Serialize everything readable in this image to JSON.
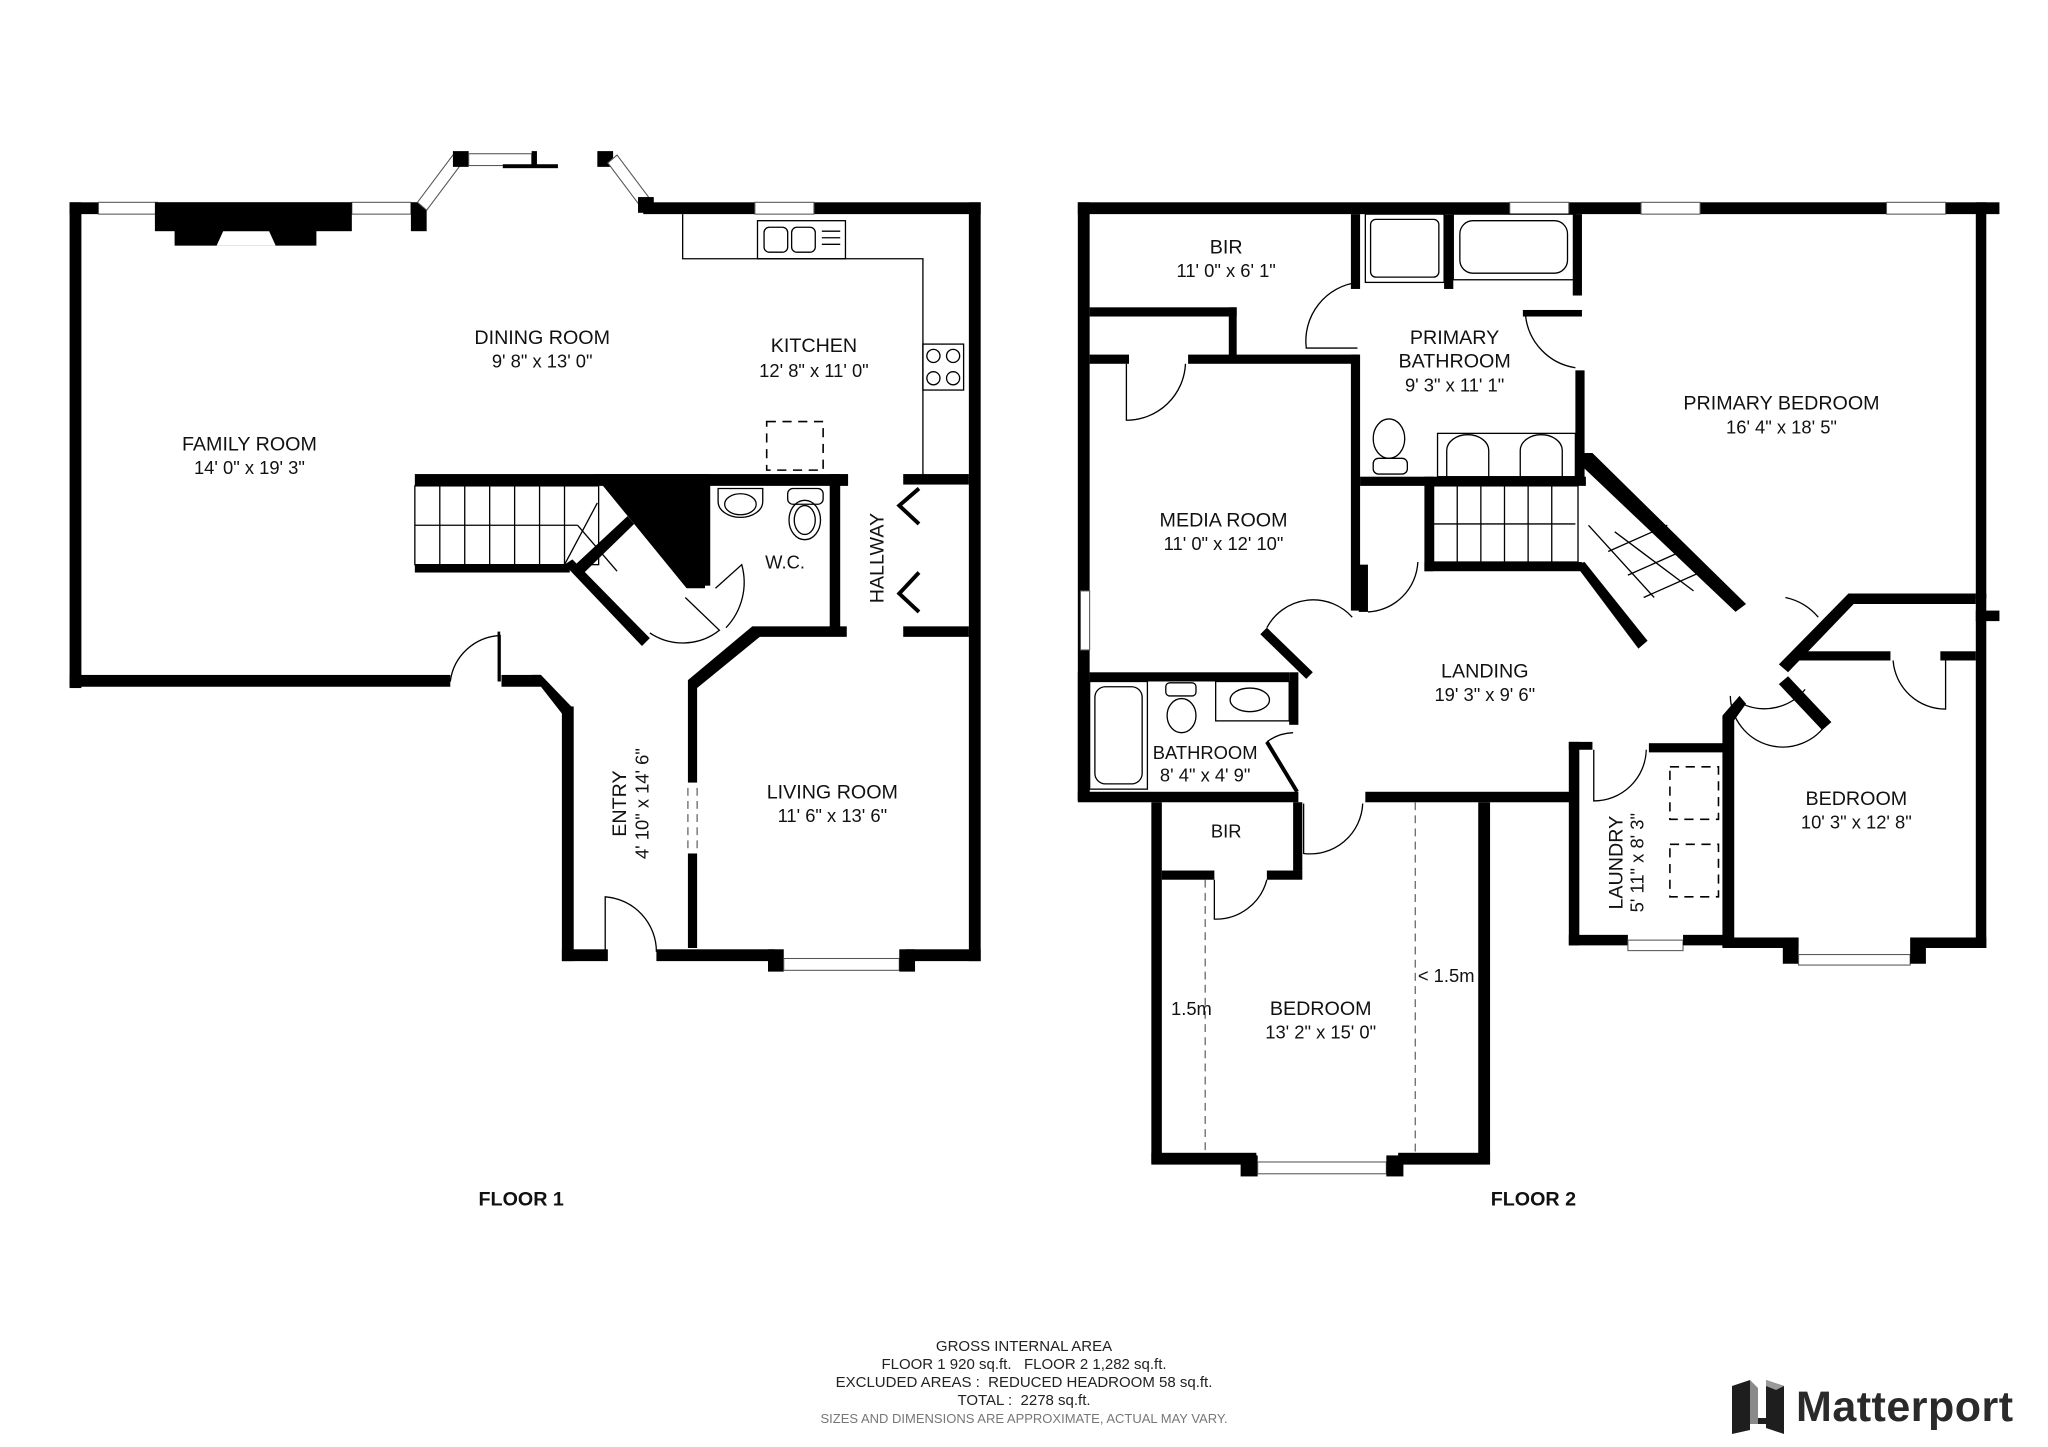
{
  "floors": [
    {
      "label": "FLOOR 1",
      "rooms": [
        {
          "name": "FAMILY ROOM",
          "dims": "14' 0\" x 19' 3\""
        },
        {
          "name": "DINING ROOM",
          "dims": "9' 8\" x 13' 0\""
        },
        {
          "name": "KITCHEN",
          "dims": "12' 8\" x 11' 0\""
        },
        {
          "name": "W.C.",
          "dims": ""
        },
        {
          "name": "HALLWAY",
          "dims": ""
        },
        {
          "name": "ENTRY",
          "dims": "4' 10\" x 14' 6\""
        },
        {
          "name": "LIVING ROOM",
          "dims": "11' 6\" x 13' 6\""
        }
      ]
    },
    {
      "label": "FLOOR 2",
      "rooms": [
        {
          "name": "BIR",
          "dims": "11' 0\" x 6' 1\""
        },
        {
          "name": "PRIMARY BATHROOM",
          "name_line1": "PRIMARY",
          "name_line2": "BATHROOM",
          "dims": "9' 3\" x 11' 1\""
        },
        {
          "name": "PRIMARY BEDROOM",
          "dims": "16' 4\" x 18' 5\""
        },
        {
          "name": "MEDIA ROOM",
          "dims": "11' 0\" x 12' 10\""
        },
        {
          "name": "LANDING",
          "dims": "19' 3\" x 9' 6\""
        },
        {
          "name": "BATHROOM",
          "dims": "8' 4\" x 4' 9\""
        },
        {
          "name": "BIR",
          "dims": ""
        },
        {
          "name": "BEDROOM",
          "dims": "13' 2\" x 15' 0\""
        },
        {
          "name": "LAUNDRY",
          "dims": "5' 11\" x 8' 3\""
        },
        {
          "name": "BEDROOM",
          "dims": "10' 3\" x 12' 8\""
        }
      ],
      "headroom_marks": [
        "1.5m",
        "< 1.5m"
      ]
    }
  ],
  "area_summary": {
    "title": "GROSS INTERNAL AREA",
    "floors_line": "FLOOR 1 920 sq.ft.   FLOOR 2 1,282 sq.ft.",
    "excluded_line": "EXCLUDED AREAS :  REDUCED HEADROOM 58 sq.ft.",
    "total_line": "TOTAL :  2278 sq.ft.",
    "disclaimer": "SIZES AND DIMENSIONS ARE APPROXIMATE, ACTUAL MAY VARY."
  },
  "brand": {
    "name": "Matterport",
    "icon": "matterport-logo-icon"
  }
}
